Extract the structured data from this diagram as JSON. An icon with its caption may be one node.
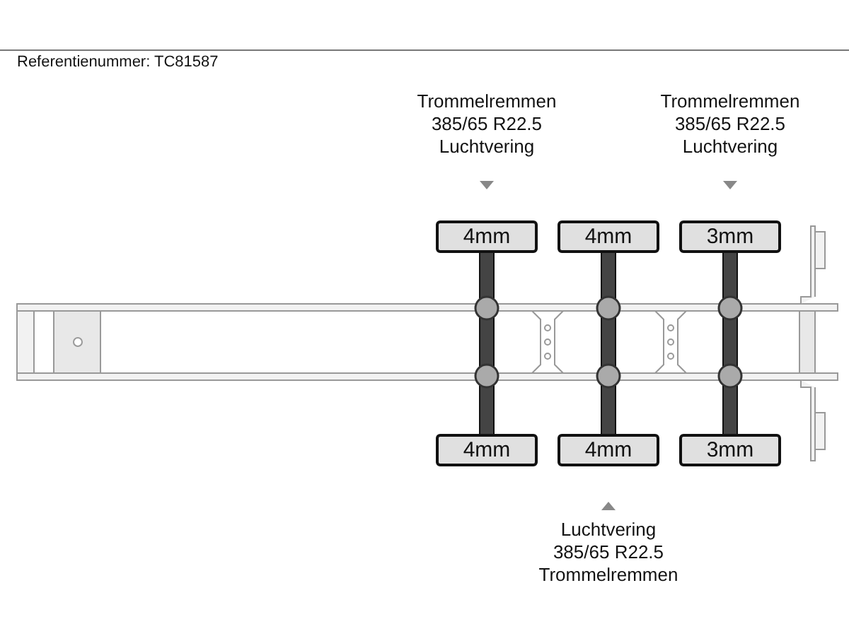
{
  "diagram": {
    "nodes": [
      {
        "text": [
          "4mm"
        ]
      },
      {
        "text": [
          "4mm"
        ]
      },
      {
        "text": [
          "3mm"
        ]
      },
      {
        "text": [
          "4mm"
        ]
      },
      {
        "text": [
          "4mm"
        ]
      },
      {
        "text": [
          "3mm"
        ]
      }
    ],
    "labels": [
      "Referentienummer: TC81587",
      "Trommelremmen",
      "385/65 R22.5",
      "Luchtvering",
      "Trommelremmen",
      "385/65 R22.5",
      "Luchtvering",
      "Luchtvering",
      "385/65 R22.5",
      "Trommelremmen"
    ]
  }
}
